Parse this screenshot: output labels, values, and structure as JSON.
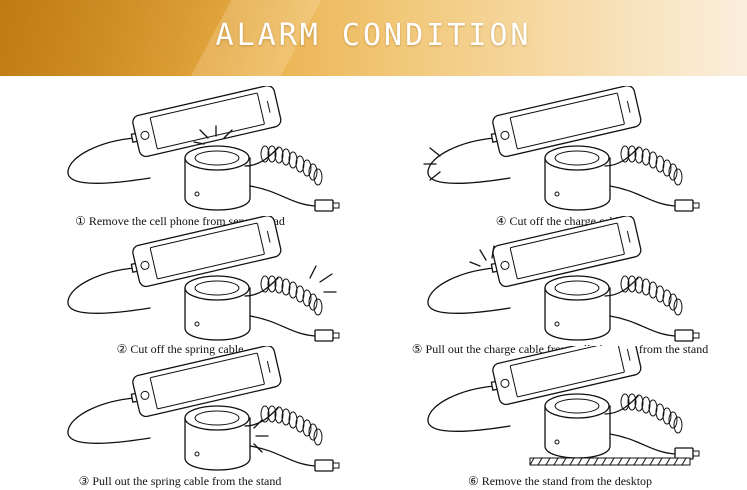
{
  "header": {
    "title": "ALARM CONDITION"
  },
  "panels": [
    {
      "caption": "① Remove the cell phone from sensor head"
    },
    {
      "caption": "④ Cut off the charge cable"
    },
    {
      "caption": "② Cut off the spring cable"
    },
    {
      "caption": "⑤ Pull out the charge cable from cell phone or from the stand"
    },
    {
      "caption": "③ Pull out the spring cable from the stand"
    },
    {
      "caption": "⑥ Remove the stand from the desktop"
    }
  ]
}
